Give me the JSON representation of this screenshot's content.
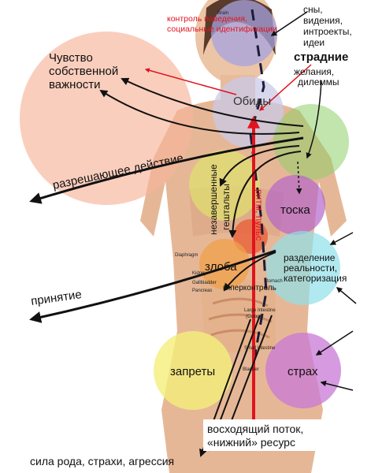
{
  "labels": {
    "brain": "Brain",
    "control_line1": "контроль поведения,",
    "control_line2": "социальные идентификации",
    "dreams_line1": "сны,",
    "dreams_line2": "видения,",
    "dreams_line3": "интроекты,",
    "dreams_line4": "идеи",
    "suffering": "страдние",
    "desires_line1": "желания,",
    "desires_line2": "дилеммы",
    "importance_line1": "Чувство",
    "importance_line2": "собственной",
    "importance_line3": "важности",
    "grievances": "Обиды",
    "permissive_action": "разрешающее действие",
    "gestalts_line1": "незавершенные",
    "gestalts_line2": "гештальты",
    "longing": "тоска",
    "vertical_word": "ритм, пульс",
    "anger": "злоба",
    "hypercontrol": "гиперконтроль",
    "separation_line1": "разделение",
    "separation_line2": "реальности,",
    "separation_line3": "категоризация",
    "acceptance": "принятие",
    "prohibitions": "запреты",
    "fear": "страх",
    "ascending_line1": "восходящий поток,",
    "ascending_line2": "«нижний» ресурс",
    "bottom_text": "сила рода, страхи, агрессия"
  },
  "anatomy_labels": {
    "diaphragm": "Diaphragm",
    "kidney": "Kidney",
    "gallbladder": "Gallbladder",
    "pancreas": "Pancreas",
    "stomach": "Stomach",
    "large_intestine_line1": "Large Intestine",
    "large_intestine_line2": "(Colon)",
    "small_intestine": "Small Intestine",
    "bladder": "Bladder"
  },
  "colors": {
    "importance_circle": "#f7b49a",
    "grievances_circle": "#c9c9e8",
    "brain_circle": "#a7a3df",
    "green_circle": "#8ed06a",
    "yellow_circle": "#dfe56a",
    "purple_circle": "#b565c9",
    "cyan_circle": "#8ee0e8",
    "orange_circle": "#f0a04a",
    "prohibitions_circle": "#f4ef7a",
    "fear_circle": "#c878d6",
    "red_accent": "#e0141e",
    "arrow_black": "#111111"
  }
}
